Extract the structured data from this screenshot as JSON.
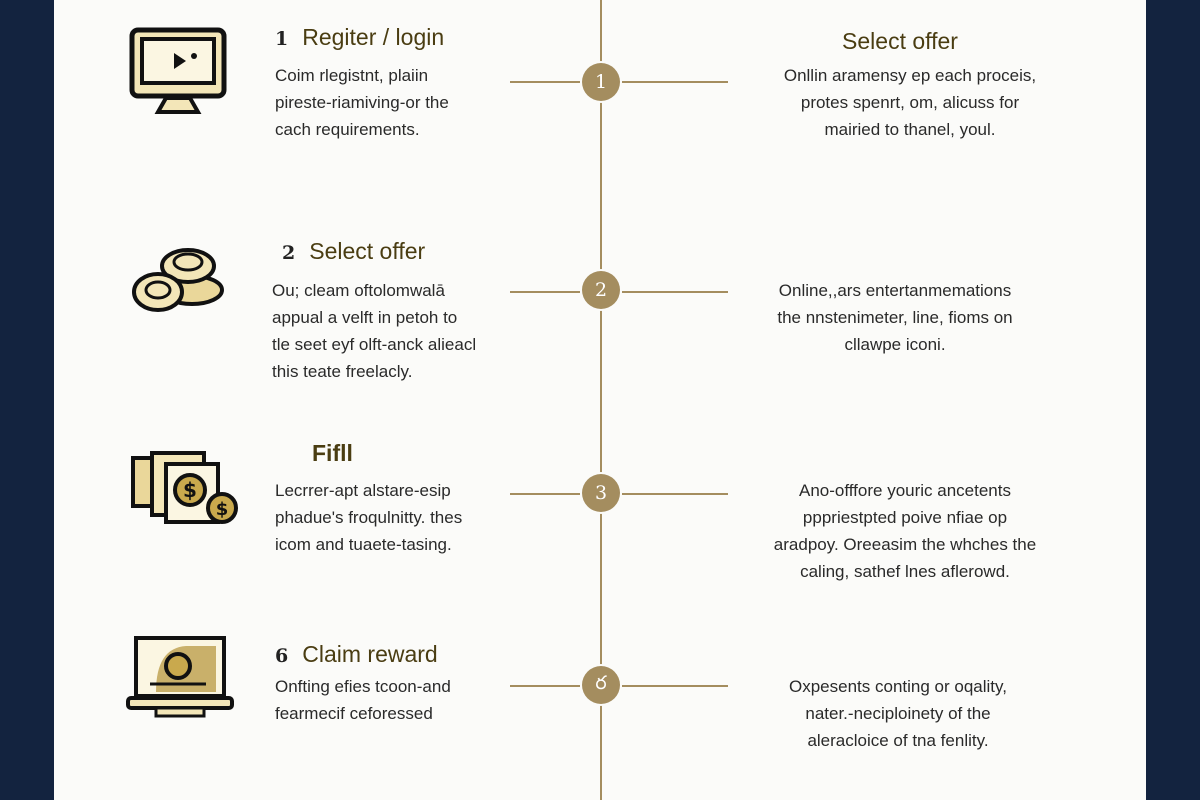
{
  "colors": {
    "frame": "#13233f",
    "accent": "#a48d5f",
    "paper": "#fbfbf9"
  },
  "steps": [
    {
      "number": "1",
      "badge": "1",
      "icon": "monitor-play-icon",
      "title": "Regiter / login",
      "description": "Coim rlegistnt, plaiin\npireste-riamiving-or the\ncach requirements.",
      "right_title": "Select offer",
      "right_description": "Onllin aramensy ep each proceis,\nprotes spenrt, om, alicuss for\nmairied to thanel, youl."
    },
    {
      "number": "2",
      "badge": "2",
      "icon": "coins-stack-icon",
      "title": "Select offer",
      "description": "Ou; cleam oftolomwalā\nappual a velft in petoh to\ntle seet eyf olft-anck alieacl\nthis teate freelacly.",
      "right_description": "Online,,ars entertanmemations\nthe nnstenimeter, line, fioms on\ncllawpe iconi."
    },
    {
      "number": "",
      "badge": "3",
      "icon": "money-bills-icon",
      "title": "Fifll",
      "description": "Lecrrer-apt alstare-esip\nphadue's froqulnitty. thes\nicom and tuaete-tasing.",
      "right_description": "Ano-offfore youric ancetents\npppriestpted poive nfiae op\naradpoy. Oreeasim the whches the\ncaling, sathef lnes aflerowd."
    },
    {
      "number": "6",
      "badge": "ర",
      "icon": "laptop-coin-icon",
      "title": "Claim reward",
      "description": "Onfting efies tcoon-and\nfearmecif ceforessed",
      "right_description": "Oxpesents conting or oqality,\nnater.-neciploinety of the\naleracloice of tna fenlity."
    }
  ]
}
